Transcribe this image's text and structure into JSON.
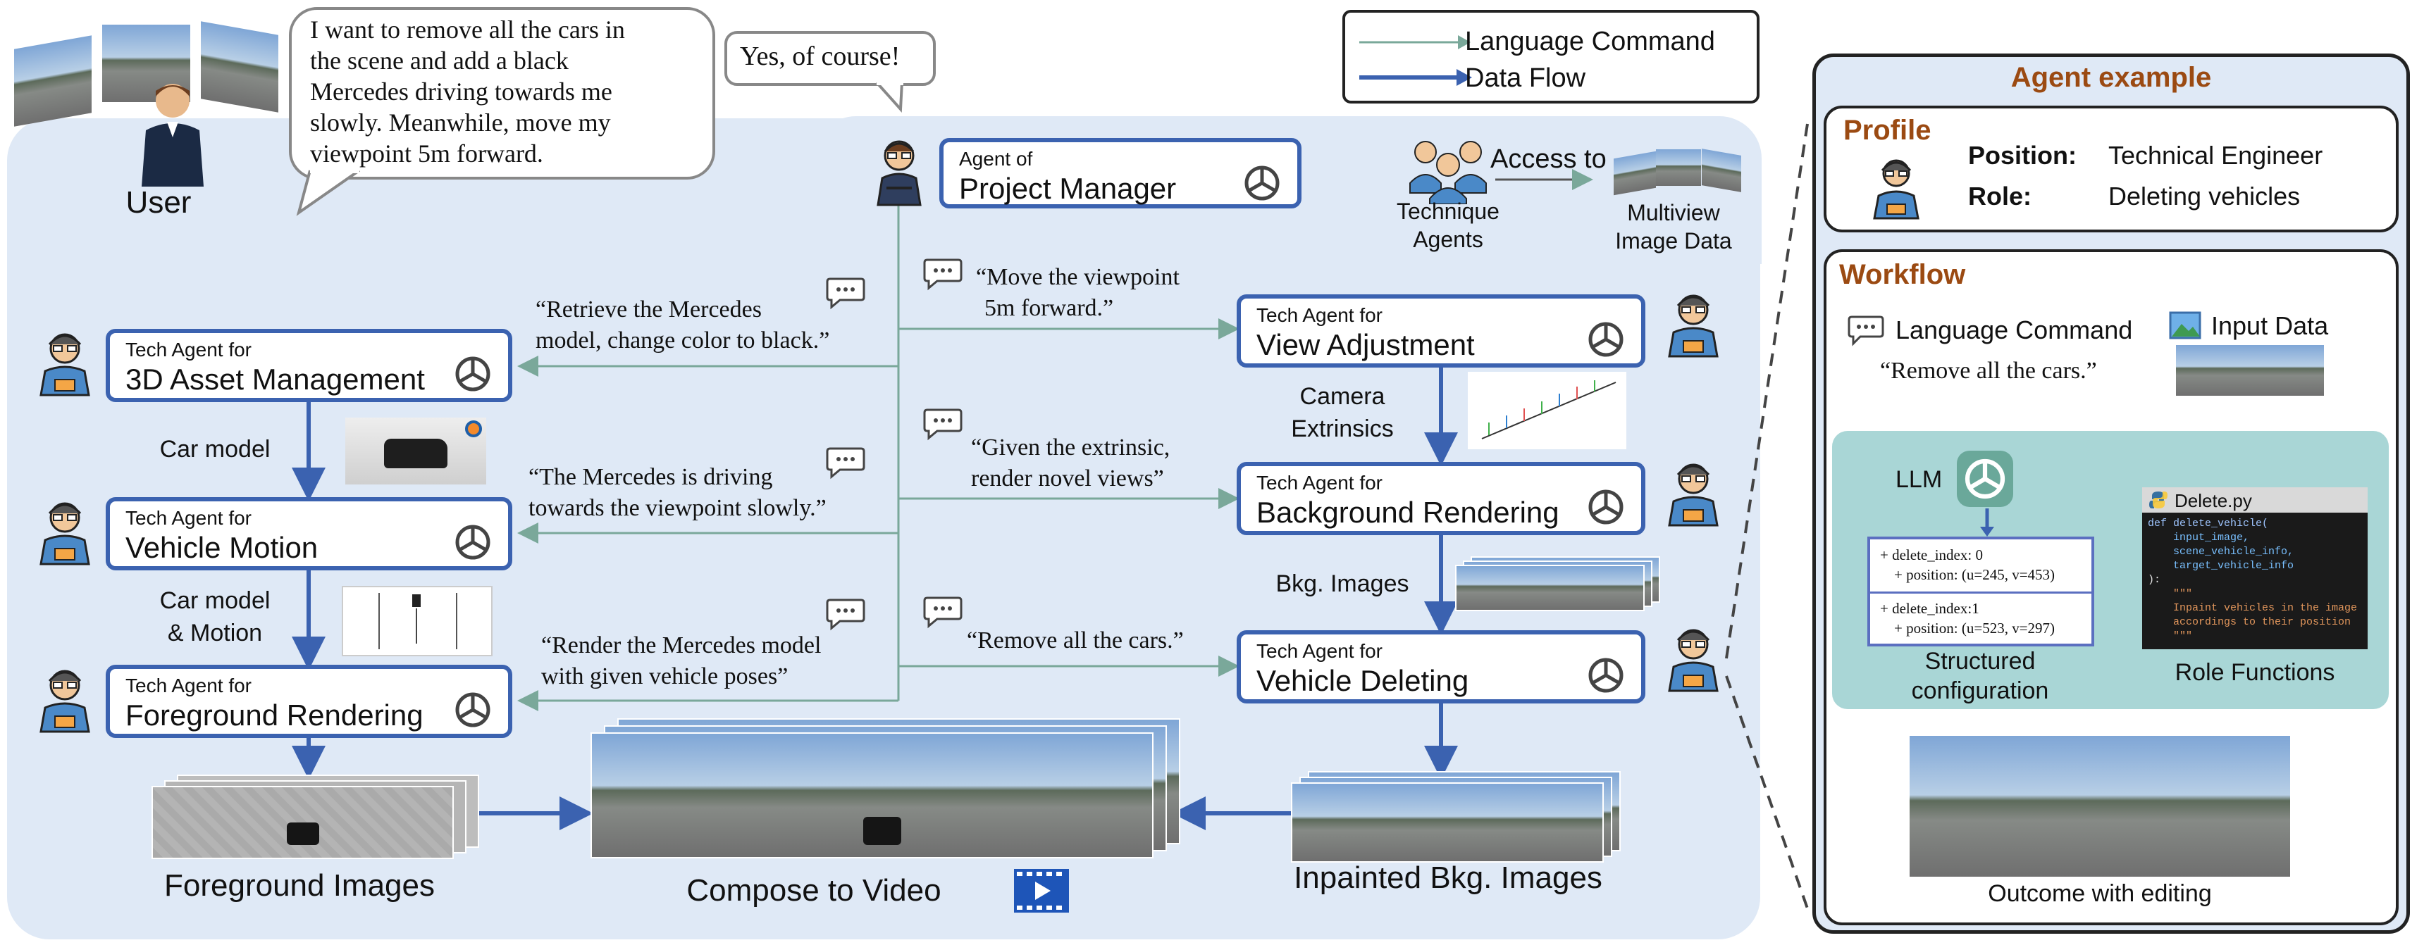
{
  "user": {
    "label": "User",
    "request": [
      "I want to remove all the cars in",
      "the scene and add a black",
      "Mercedes driving towards me",
      "slowly. Meanwhile, move my",
      "viewpoint 5m forward."
    ],
    "reply": "Yes, of course!"
  },
  "legend": {
    "items": [
      {
        "label": "Language Command",
        "style": "thin",
        "color": "#7aa89a"
      },
      {
        "label": "Data Flow",
        "style": "thick",
        "color": "#3b62b0"
      }
    ]
  },
  "project_manager": {
    "prefix": "Agent of",
    "name": "Project Manager"
  },
  "technique_agents": {
    "label": [
      "Technique",
      "Agents"
    ],
    "access": "Access to",
    "target": [
      "Multiview",
      "Image Data"
    ]
  },
  "agents_left": [
    {
      "prefix": "Tech Agent for",
      "name": "3D Asset Management"
    },
    {
      "prefix": "Tech Agent for",
      "name": "Vehicle Motion"
    },
    {
      "prefix": "Tech Agent for",
      "name": "Foreground Rendering"
    }
  ],
  "agents_right": [
    {
      "prefix": "Tech Agent for",
      "name": "View Adjustment"
    },
    {
      "prefix": "Tech Agent for",
      "name": "Background Rendering"
    },
    {
      "prefix": "Tech Agent for",
      "name": "Vehicle Deleting"
    }
  ],
  "commands_left": [
    [
      "“Retrieve the Mercedes",
      "model, change color to black.”"
    ],
    [
      "“The Mercedes is driving",
      "towards the viewpoint slowly.”"
    ],
    [
      "“Render the Mercedes model",
      "with given vehicle poses”"
    ]
  ],
  "commands_right": [
    [
      "“Move the viewpoint",
      "5m forward.”"
    ],
    [
      "“Given the extrinsic,",
      "render novel views”"
    ],
    [
      "“Remove all the cars.”"
    ]
  ],
  "flow_labels": {
    "car_model": "Car model",
    "car_model_motion": [
      "Car model",
      "& Motion"
    ],
    "camera_extrinsics": [
      "Camera",
      "Extrinsics"
    ],
    "bkg_images": "Bkg. Images",
    "foreground_images": "Foreground Images",
    "compose": "Compose to Video",
    "inpainted": "Inpainted Bkg. Images"
  },
  "agent_example": {
    "title": "Agent example",
    "profile": {
      "title": "Profile",
      "position_key": "Position:",
      "position_value": "Technical Engineer",
      "role_key": "Role:",
      "role_value": "Deleting vehicles"
    },
    "workflow": {
      "title": "Workflow",
      "language_command": "Language Command",
      "input_data": "Input Data",
      "command_text": "“Remove all the cars.”",
      "llm": "LLM",
      "config_lines": [
        [
          "+ delete_index: 0",
          "+ position: (u=245, v=453)"
        ],
        [
          "+ delete_index:1",
          "+ position: (u=523, v=297)"
        ]
      ],
      "structured": [
        "Structured",
        "configuration"
      ],
      "file_name": "Delete.py",
      "code": [
        "def delete_vehicle(",
        "    input_image,",
        "    scene_vehicle_info,",
        "    target_vehicle_info",
        "):",
        "    \"\"\"",
        "    Inpaint vehicles in the image",
        "    accordings to their position",
        "    \"\"\""
      ],
      "role_functions": "Role Functions",
      "outcome": "Outcome with editing"
    }
  },
  "colors": {
    "panel": "#dfe9f6",
    "agent_border": "#3b62b0",
    "data_flow": "#3b62b0",
    "language": "#7aa89a",
    "accent": "#9b4a12",
    "llm_area": "#a9d6d6"
  }
}
